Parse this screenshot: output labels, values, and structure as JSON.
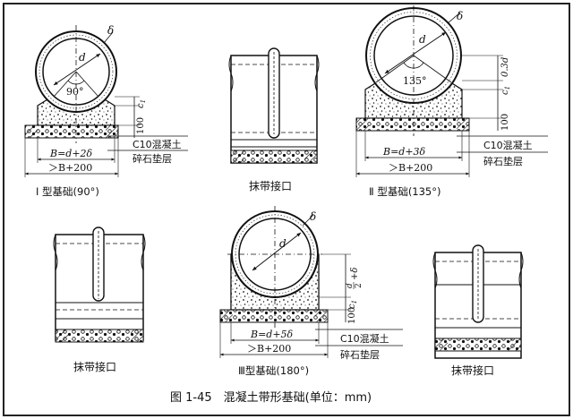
{
  "panel1": {
    "label_d": "d",
    "label_delta": "δ",
    "label_angle": "90°",
    "label_c1": "c",
    "label_c1_sub": "1",
    "label_100": "100",
    "label_concrete": "C10混凝土",
    "label_gravel": "碎石垫层",
    "label_width": "B=d+2δ",
    "label_outer": "＞B+200",
    "caption": "Ⅰ 型基础(90°)"
  },
  "panel2": {
    "caption": "抹带接口"
  },
  "panel3": {
    "label_d": "d",
    "label_delta": "δ",
    "label_angle": "135°",
    "label_03d": "0.3d",
    "label_c1": "c",
    "label_c1_sub": "1",
    "label_100": "100",
    "label_concrete": "C10混凝土",
    "label_gravel": "碎石垫层",
    "label_width": "B=d+3δ",
    "label_outer": "＞B+200",
    "caption": "Ⅱ 型基础(135°)"
  },
  "panel4": {
    "caption": "抹带接口"
  },
  "panel5": {
    "label_d": "d",
    "label_delta": "δ",
    "label_frac_num": "d",
    "label_frac_den": "2",
    "label_frac_tail": "+δ",
    "label_c1": "c",
    "label_c1_sub": "1",
    "label_100": "100",
    "label_concrete": "C10混凝土",
    "label_gravel": "碎石垫层",
    "label_width": "B=d+5δ",
    "label_outer": "＞B+200",
    "caption": "Ⅲ型基础(180°)"
  },
  "panel6": {
    "caption": "抹带接口"
  },
  "figure": {
    "title": "图 1-45　混凝土带形基础(单位：mm)"
  },
  "colors": {
    "ink": "#111111",
    "background": "#ffffff"
  }
}
